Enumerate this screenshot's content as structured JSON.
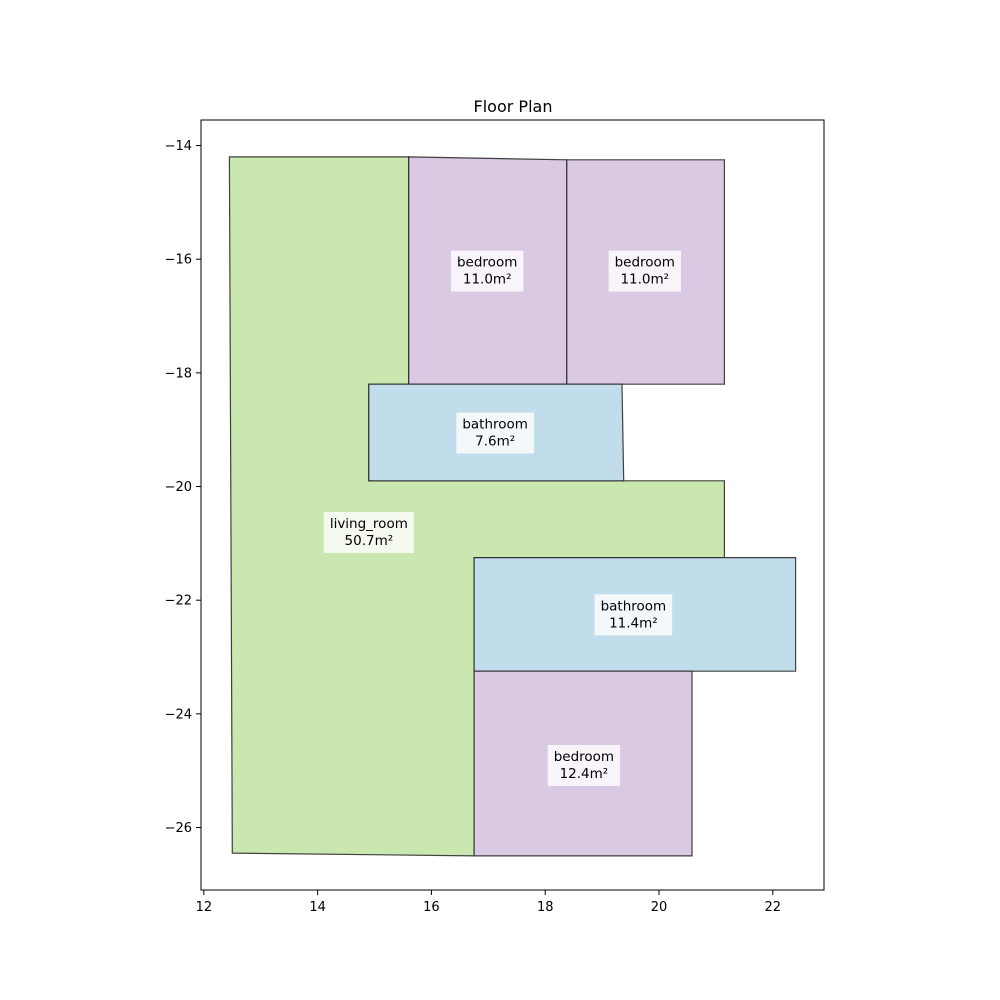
{
  "chart_data": {
    "type": "floor_plan",
    "title": "Floor Plan",
    "xlabel": "",
    "ylabel": "",
    "xlim": [
      11.95,
      22.9
    ],
    "ylim": [
      -27.1,
      -13.55
    ],
    "xticks": [
      12,
      14,
      16,
      18,
      20,
      22
    ],
    "yticks": [
      -14,
      -16,
      -18,
      -20,
      -22,
      -24,
      -26
    ],
    "grid": false,
    "colors": {
      "living_room": "#c9e7ae",
      "bedroom": "#dac9e3",
      "bathroom": "#c1dcea",
      "edge": "#222222"
    },
    "rooms": [
      {
        "type": "living_room",
        "name": "living_room",
        "area": "50.7m²",
        "label_at": [
          14.9,
          -20.8
        ],
        "polygon": [
          [
            12.45,
            -14.2
          ],
          [
            15.6,
            -14.2
          ],
          [
            15.6,
            -18.2
          ],
          [
            14.9,
            -18.2
          ],
          [
            14.9,
            -19.9
          ],
          [
            21.15,
            -19.9
          ],
          [
            21.15,
            -21.25
          ],
          [
            16.75,
            -21.25
          ],
          [
            16.75,
            -26.5
          ],
          [
            12.5,
            -26.45
          ]
        ]
      },
      {
        "type": "bedroom",
        "name": "bedroom",
        "area": "11.0m²",
        "label_at": [
          16.98,
          -16.2
        ],
        "polygon": [
          [
            15.6,
            -14.2
          ],
          [
            18.38,
            -14.25
          ],
          [
            18.38,
            -18.2
          ],
          [
            15.6,
            -18.2
          ]
        ]
      },
      {
        "type": "bedroom",
        "name": "bedroom",
        "area": "11.0m²",
        "label_at": [
          19.75,
          -16.2
        ],
        "polygon": [
          [
            18.38,
            -14.25
          ],
          [
            21.15,
            -14.25
          ],
          [
            21.15,
            -18.2
          ],
          [
            18.38,
            -18.2
          ]
        ]
      },
      {
        "type": "bathroom",
        "name": "bathroom",
        "area": "7.6m²",
        "label_at": [
          17.12,
          -19.05
        ],
        "polygon": [
          [
            14.9,
            -18.2
          ],
          [
            19.35,
            -18.2
          ],
          [
            19.38,
            -19.9
          ],
          [
            14.9,
            -19.9
          ]
        ]
      },
      {
        "type": "bathroom",
        "name": "bathroom",
        "area": "11.4m²",
        "label_at": [
          19.55,
          -22.25
        ],
        "polygon": [
          [
            16.75,
            -21.25
          ],
          [
            22.4,
            -21.25
          ],
          [
            22.4,
            -23.25
          ],
          [
            16.75,
            -23.25
          ]
        ]
      },
      {
        "type": "bedroom",
        "name": "bedroom",
        "area": "12.4m²",
        "label_at": [
          18.68,
          -24.9
        ],
        "polygon": [
          [
            16.75,
            -23.25
          ],
          [
            20.58,
            -23.25
          ],
          [
            20.58,
            -26.5
          ],
          [
            16.75,
            -26.5
          ]
        ]
      }
    ]
  }
}
